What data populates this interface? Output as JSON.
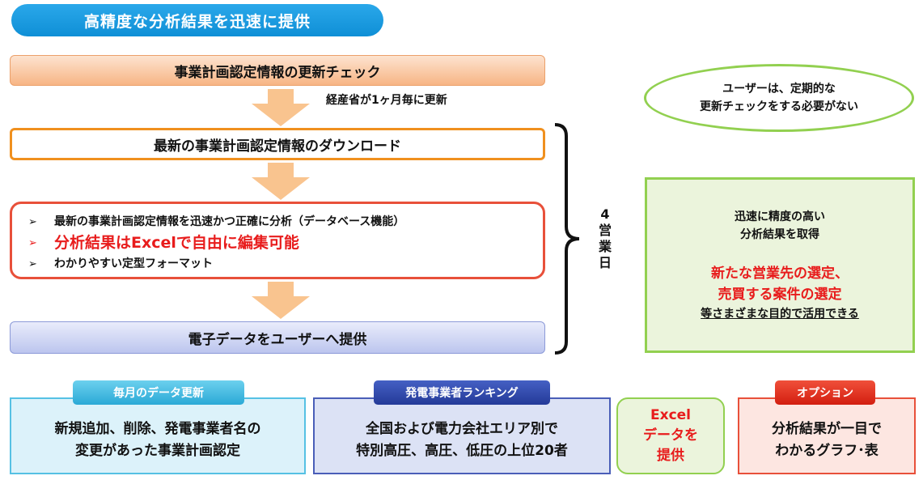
{
  "title": "高精度な分析結果を迅速に提供",
  "flow": {
    "step1": "事業計画認定情報の更新チェック",
    "note1": "経産省が1ヶ月毎に更新",
    "step2": "最新の事業計画認定情報のダウンロード",
    "step3": {
      "bullet_marker": "➢",
      "items": [
        "最新の事業計画認定情報を迅速かつ正確に分析（データベース機能）",
        "分析結果はExcelで自由に編集可能",
        "わかりやすい定型フォーマット"
      ]
    },
    "step4": "電子データをユーザーへ提供",
    "duration": [
      "4",
      "営",
      "業",
      "日"
    ]
  },
  "callout_ellipse": [
    "ユーザーは、定期的な",
    "更新チェックをする必要がない"
  ],
  "benefit_box": {
    "lines": [
      "迅速に精度の高い",
      "分析結果を取得"
    ],
    "highlight": [
      "新たな営業先の選定、",
      "売買する案件の選定"
    ],
    "footer": "等さまざまな目的で活用できる"
  },
  "cards": [
    {
      "tag": "毎月のデータ更新",
      "lines": [
        "新規追加、削除、発電事業者名の",
        "変更があった事業計画認定"
      ]
    },
    {
      "tag": "発電事業者ランキング",
      "lines": [
        "全国および電力会社エリア別で",
        "特別高圧、高圧、低圧の上位20者"
      ]
    },
    {
      "tag": "",
      "lines": [
        "Excel",
        "データを",
        "提供"
      ]
    },
    {
      "tag": "オプション",
      "lines": [
        "分析結果が一目で",
        "わかるグラフ･表"
      ]
    }
  ],
  "colors": {
    "title_blue": "#1a9be0",
    "orange": "#f0901e",
    "red": "#e81c1c",
    "green": "#92d050",
    "navy": "#243a98",
    "arrow": "#f9c48f"
  }
}
